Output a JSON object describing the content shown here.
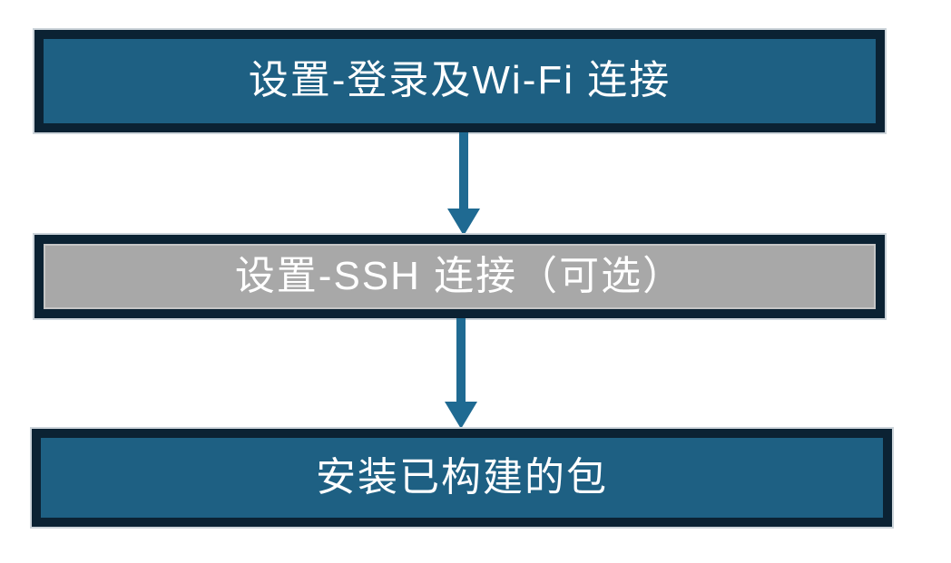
{
  "diagram": {
    "type": "flowchart",
    "direction": "top-down",
    "nodes": [
      {
        "id": "step-1",
        "label": "设置-登录及Wi-Fi 连接",
        "fill": "#1E6083",
        "text_color": "#FFFFFF"
      },
      {
        "id": "step-2",
        "label": "设置-SSH 连接（可选）",
        "fill": "#A8A8A8",
        "text_color": "#FFFFFF"
      },
      {
        "id": "step-3",
        "label": "安装已构建的包",
        "fill": "#1E6083",
        "text_color": "#FFFFFF"
      }
    ],
    "edges": [
      {
        "from": "step-1",
        "to": "step-2",
        "style": "arrow-down"
      },
      {
        "from": "step-2",
        "to": "step-3",
        "style": "arrow-down"
      }
    ],
    "colors": {
      "node_border": "#0B2233",
      "arrow": "#1F6A92",
      "background": "#FFFFFF"
    }
  }
}
